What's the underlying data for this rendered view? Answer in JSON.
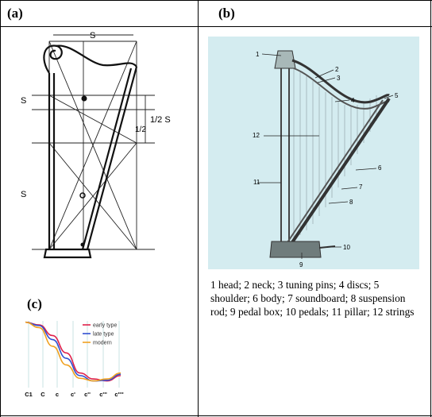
{
  "panels": {
    "a": {
      "label": "(a)"
    },
    "b": {
      "label": "(b)"
    },
    "c": {
      "label": "(c)"
    }
  },
  "sketch": {
    "dimension_top": "S",
    "dimension_left_upper": "S",
    "dimension_left_lower": "S",
    "dimension_right_one": "1/2 S",
    "dimension_right_half": "1/2"
  },
  "harp": {
    "callouts": [
      "1",
      "2",
      "3",
      "4",
      "5",
      "6",
      "7",
      "8",
      "9",
      "10",
      "11",
      "12"
    ],
    "caption": "1 head; 2 neck; 3 tuning pins; 4 discs; 5 shoulder; 6 body; 7 soundboard; 8 suspension rod; 9 pedal box; 10 pedals; 11 pillar; 12 strings"
  },
  "chart_data": {
    "type": "line",
    "title": "",
    "legend": [
      "early type",
      "late type",
      "modern"
    ],
    "legend_position": "top-right",
    "series_colors": {
      "early type": "#e0204a",
      "late type": "#3050d0",
      "modern": "#f0a020"
    },
    "x_tick_labels": [
      "C1",
      "C",
      "c",
      "c'",
      "c''",
      "c'''",
      "c''''"
    ],
    "grid": "vertical lines at ticks",
    "series": [
      {
        "name": "early type",
        "values": [
          0.98,
          0.94,
          0.78,
          0.52,
          0.22,
          0.13,
          0.1,
          0.18
        ]
      },
      {
        "name": "late type",
        "values": [
          0.98,
          0.93,
          0.72,
          0.44,
          0.18,
          0.1,
          0.11,
          0.2
        ]
      },
      {
        "name": "modern",
        "values": [
          0.98,
          0.9,
          0.62,
          0.34,
          0.14,
          0.1,
          0.13,
          0.22
        ]
      }
    ]
  }
}
